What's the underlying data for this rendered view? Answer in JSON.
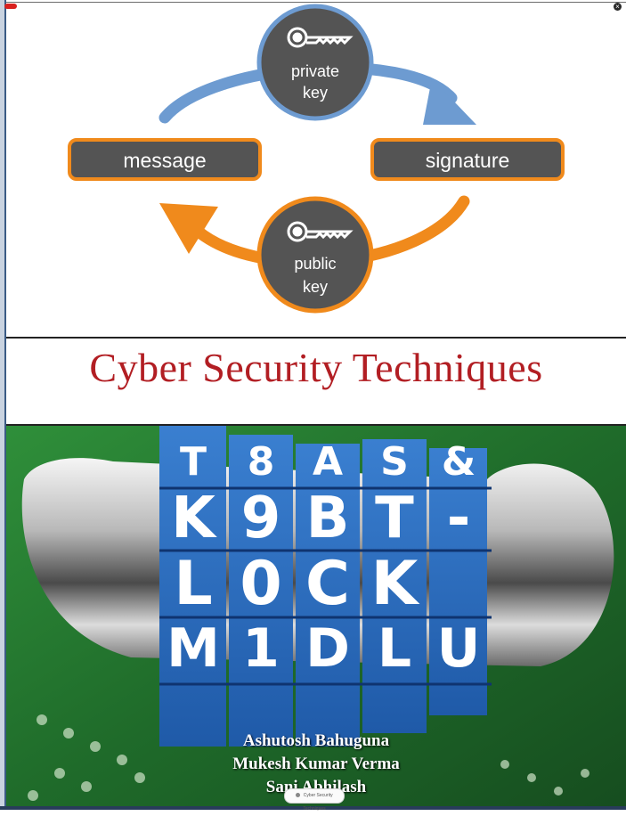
{
  "cover": {
    "title": "Cyber Security Techniques",
    "authors": [
      "Ashutosh Bahuguna",
      "Mukesh Kumar Verma",
      "Sani Abhilash"
    ]
  },
  "diagram": {
    "private_key_line1": "private",
    "private_key_line2": "key",
    "public_key_line1": "public",
    "public_key_line2": "key",
    "message_label": "message",
    "signature_label": "signature",
    "colors": {
      "blue_arrow": "#6d9bd1",
      "orange_arrow": "#f08a1c",
      "dark_fill": "#545454",
      "orange_border": "#f08a1c",
      "blue_border": "#6d9bd1"
    }
  },
  "photo": {
    "lock_rows": [
      [
        "T",
        "8",
        "A",
        "S",
        "&"
      ],
      [
        "K",
        "9",
        "B",
        "T",
        "-"
      ],
      [
        "L",
        "0",
        "C",
        "K"
      ],
      [
        "M",
        "1",
        "D",
        "L",
        "U"
      ]
    ]
  },
  "viewer": {
    "tooltip_text": "Cyber Security Techniques",
    "close_icon": "close-icon"
  }
}
